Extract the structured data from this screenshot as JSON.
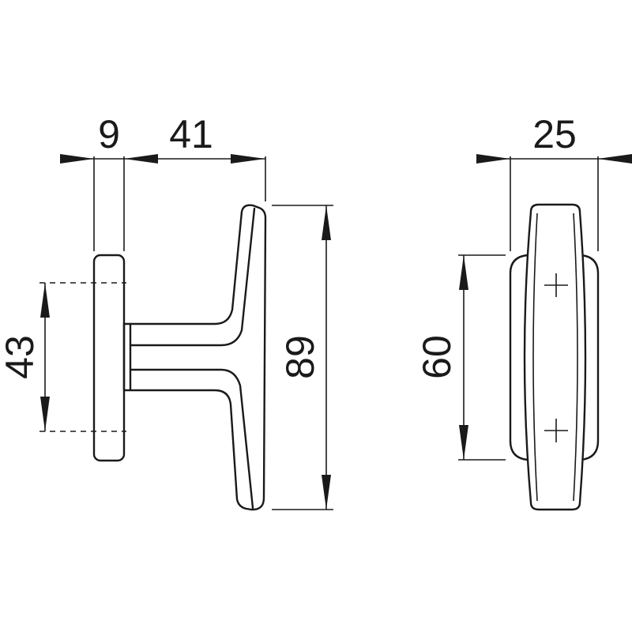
{
  "dimensions": {
    "rose_thickness": "9",
    "handle_projection": "41",
    "rose_hole_spacing": "43",
    "handle_height": "89",
    "front_width": "25",
    "front_hole_spacing": "60"
  },
  "colors": {
    "line": "#1a1a1a",
    "background": "#ffffff"
  }
}
